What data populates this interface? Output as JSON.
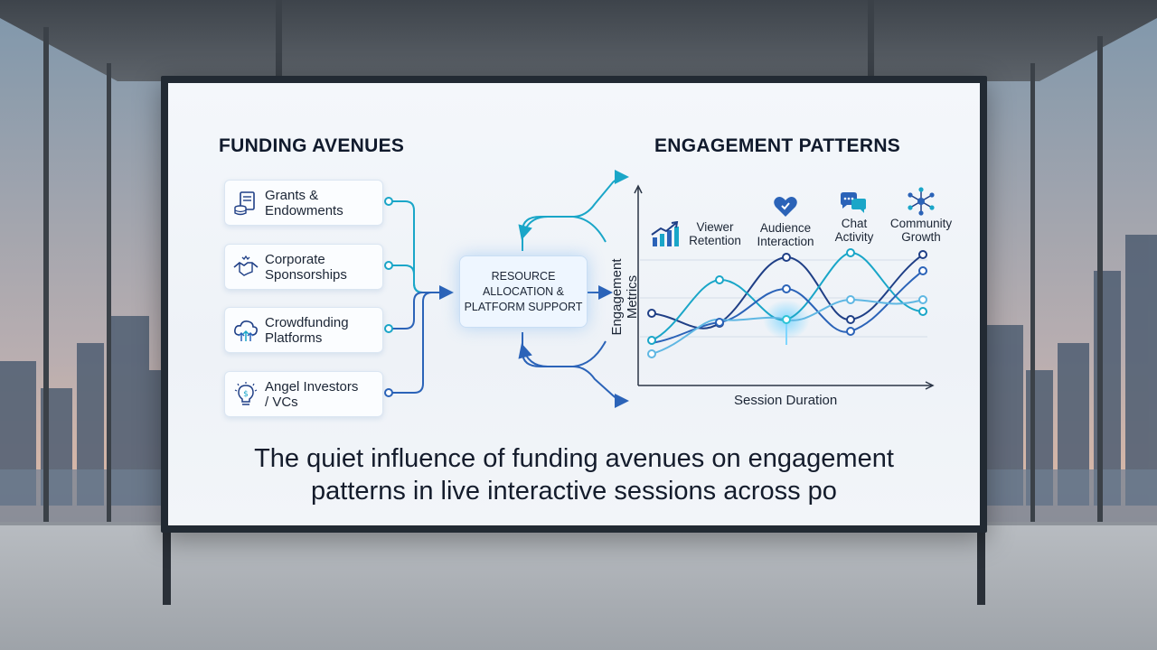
{
  "funding": {
    "title": "FUNDING AVENUES",
    "items": [
      {
        "label": "Grants &\nEndowments",
        "icon": "document-stack-icon"
      },
      {
        "label": "Corporate\nSponsorships",
        "icon": "handshake-icon"
      },
      {
        "label": "Crowdfunding\nPlatforms",
        "icon": "cloud-upload-icon"
      },
      {
        "label": "Angel Investors\n/ VCs",
        "icon": "lightbulb-dollar-icon"
      }
    ]
  },
  "hub": {
    "label": "RESOURCE\nALLOCATION &\nPLATFORM SUPPORT"
  },
  "engagement": {
    "title": "ENGAGEMENT PATTERNS",
    "metrics": [
      {
        "label": "Viewer\nRetention",
        "icon": "bar-chart-up-icon"
      },
      {
        "label": "Audience\nInteraction",
        "icon": "heart-icon"
      },
      {
        "label": "Chat\nActivity",
        "icon": "chat-bubbles-icon"
      },
      {
        "label": "Community\nGrowth",
        "icon": "network-icon"
      }
    ],
    "y_axis": "Engagement Metrics",
    "x_axis": "Session Duration"
  },
  "caption": "The quiet influence of funding avenues on engagement\npatterns in live interactive sessions across po",
  "colors": {
    "teal": "#1aa6c8",
    "blue": "#2b63b8",
    "navy": "#1f3f86",
    "light_blue": "#5fb7e3",
    "cyan": "#2cc3d6"
  }
}
